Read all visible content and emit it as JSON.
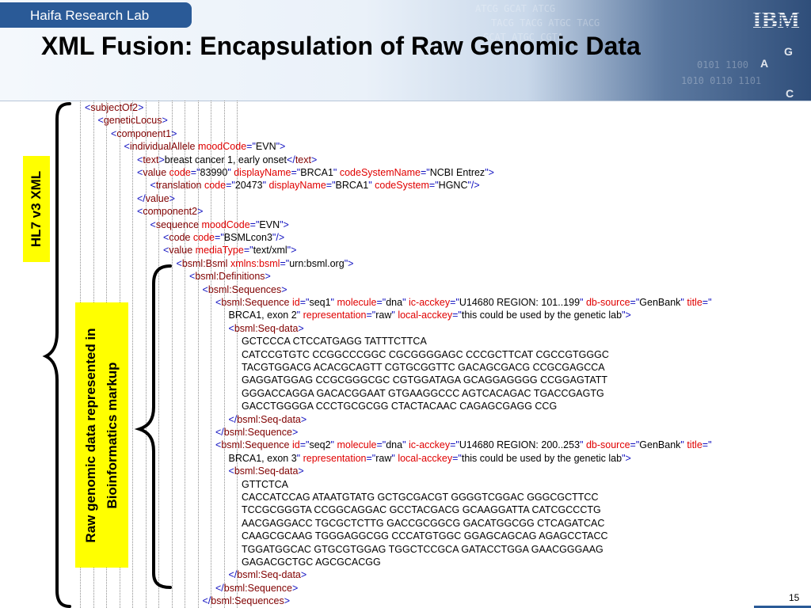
{
  "header": {
    "lab_name": "Haifa Research Lab",
    "title": "XML Fusion: Encapsulation of Raw Genomic Data",
    "logo": "IBM"
  },
  "xml_lines": [
    {
      "indent": 0,
      "parts": [
        [
          "b",
          "<"
        ],
        [
          "t",
          "subjectOf2"
        ],
        [
          "b",
          ">"
        ]
      ]
    },
    {
      "indent": 1,
      "parts": [
        [
          "b",
          "<"
        ],
        [
          "t",
          "geneticLocus"
        ],
        [
          "b",
          ">"
        ]
      ]
    },
    {
      "indent": 2,
      "parts": [
        [
          "b",
          "<"
        ],
        [
          "t",
          "component1"
        ],
        [
          "b",
          ">"
        ]
      ]
    },
    {
      "indent": 3,
      "parts": [
        [
          "b",
          "<"
        ],
        [
          "t",
          "individualAllele"
        ],
        [
          "a",
          " moodCode"
        ],
        [
          "b",
          "=\""
        ],
        [
          "k",
          "EVN"
        ],
        [
          "b",
          "\">"
        ]
      ]
    },
    {
      "indent": 4,
      "parts": [
        [
          "b",
          "<"
        ],
        [
          "t",
          "text"
        ],
        [
          "b",
          ">"
        ],
        [
          "k",
          "breast cancer 1, early onset"
        ],
        [
          "b",
          "</"
        ],
        [
          "t",
          "text"
        ],
        [
          "b",
          ">"
        ]
      ]
    },
    {
      "indent": 4,
      "parts": [
        [
          "b",
          "<"
        ],
        [
          "t",
          "value"
        ],
        [
          "a",
          " code"
        ],
        [
          "b",
          "=\""
        ],
        [
          "k",
          "83990"
        ],
        [
          "b",
          "\""
        ],
        [
          "a",
          " displayName"
        ],
        [
          "b",
          "=\""
        ],
        [
          "k",
          "BRCA1"
        ],
        [
          "b",
          "\""
        ],
        [
          "a",
          " codeSystemName"
        ],
        [
          "b",
          "=\""
        ],
        [
          "k",
          "NCBI Entrez"
        ],
        [
          "b",
          "\">"
        ]
      ]
    },
    {
      "indent": 5,
      "parts": [
        [
          "b",
          "<"
        ],
        [
          "t",
          "translation"
        ],
        [
          "a",
          " code"
        ],
        [
          "b",
          "=\""
        ],
        [
          "k",
          "20473"
        ],
        [
          "b",
          "\""
        ],
        [
          "a",
          " displayName"
        ],
        [
          "b",
          "=\""
        ],
        [
          "k",
          "BRCA1"
        ],
        [
          "b",
          "\""
        ],
        [
          "a",
          " codeSystem"
        ],
        [
          "b",
          "=\""
        ],
        [
          "k",
          "HGNC"
        ],
        [
          "b",
          "\"/>"
        ]
      ]
    },
    {
      "indent": 4,
      "parts": [
        [
          "b",
          "</"
        ],
        [
          "t",
          "value"
        ],
        [
          "b",
          ">"
        ]
      ]
    },
    {
      "indent": 4,
      "parts": [
        [
          "b",
          "<"
        ],
        [
          "t",
          "component2"
        ],
        [
          "b",
          ">"
        ]
      ]
    },
    {
      "indent": 5,
      "parts": [
        [
          "b",
          "<"
        ],
        [
          "t",
          "sequence"
        ],
        [
          "a",
          " moodCode"
        ],
        [
          "b",
          "=\""
        ],
        [
          "k",
          "EVN"
        ],
        [
          "b",
          "\">"
        ]
      ]
    },
    {
      "indent": 6,
      "parts": [
        [
          "b",
          "<"
        ],
        [
          "t",
          "code"
        ],
        [
          "a",
          " code"
        ],
        [
          "b",
          "=\""
        ],
        [
          "k",
          "BSMLcon3"
        ],
        [
          "b",
          "\"/>"
        ]
      ]
    },
    {
      "indent": 6,
      "parts": [
        [
          "b",
          "<"
        ],
        [
          "t",
          "value"
        ],
        [
          "a",
          " mediaType"
        ],
        [
          "b",
          "=\""
        ],
        [
          "k",
          "text/xml"
        ],
        [
          "b",
          "\">"
        ]
      ]
    },
    {
      "indent": 7,
      "parts": [
        [
          "b",
          "<"
        ],
        [
          "t",
          "bsml:Bsml"
        ],
        [
          "a",
          " xmlns:bsml"
        ],
        [
          "b",
          "=\""
        ],
        [
          "k",
          "urn:bsml.org"
        ],
        [
          "b",
          "\">"
        ]
      ]
    },
    {
      "indent": 8,
      "parts": [
        [
          "b",
          "<"
        ],
        [
          "t",
          "bsml:Definitions"
        ],
        [
          "b",
          ">"
        ]
      ]
    },
    {
      "indent": 9,
      "parts": [
        [
          "b",
          "<"
        ],
        [
          "t",
          "bsml:Sequences"
        ],
        [
          "b",
          ">"
        ]
      ]
    },
    {
      "indent": 10,
      "parts": [
        [
          "b",
          "<"
        ],
        [
          "t",
          "bsml:Sequence"
        ],
        [
          "a",
          " id"
        ],
        [
          "b",
          "=\""
        ],
        [
          "k",
          "seq1"
        ],
        [
          "b",
          "\""
        ],
        [
          "a",
          " molecule"
        ],
        [
          "b",
          "=\""
        ],
        [
          "k",
          "dna"
        ],
        [
          "b",
          "\""
        ],
        [
          "a",
          " ic-acckey"
        ],
        [
          "b",
          "=\""
        ],
        [
          "k",
          "U14680 REGION: 101..199"
        ],
        [
          "b",
          "\""
        ],
        [
          "a",
          " db-source"
        ],
        [
          "b",
          "=\""
        ],
        [
          "k",
          "GenBank"
        ],
        [
          "b",
          "\""
        ],
        [
          "a",
          " title"
        ],
        [
          "b",
          "=\""
        ]
      ]
    },
    {
      "indent": 11,
      "parts": [
        [
          "k",
          "BRCA1, exon 2"
        ],
        [
          "b",
          "\""
        ],
        [
          "a",
          " representation"
        ],
        [
          "b",
          "=\""
        ],
        [
          "k",
          "raw"
        ],
        [
          "b",
          "\""
        ],
        [
          "a",
          " local-acckey"
        ],
        [
          "b",
          "=\""
        ],
        [
          "k",
          "this could be used by the genetic lab"
        ],
        [
          "b",
          "\">"
        ]
      ]
    },
    {
      "indent": 11,
      "parts": [
        [
          "b",
          "<"
        ],
        [
          "t",
          "bsml:Seq-data"
        ],
        [
          "b",
          ">"
        ]
      ]
    },
    {
      "indent": 12,
      "parts": [
        [
          "k",
          "GCTCCCA CTCCATGAGG TATTTCTTCA"
        ]
      ]
    },
    {
      "indent": 12,
      "parts": [
        [
          "k",
          "CATCCGTGTC CCGGCCCGGC CGCGGGGAGC CCCGCTTCAT CGCCGTGGGC"
        ]
      ]
    },
    {
      "indent": 12,
      "parts": [
        [
          "k",
          "TACGTGGACG ACACGCAGTT CGTGCGGTTC GACAGCGACG CCGCGAGCCA"
        ]
      ]
    },
    {
      "indent": 12,
      "parts": [
        [
          "k",
          "GAGGATGGAG CCGCGGGCGC CGTGGATAGA GCAGGAGGGG CCGGAGTATT"
        ]
      ]
    },
    {
      "indent": 12,
      "parts": [
        [
          "k",
          "GGGACCAGGA GACACGGAAT GTGAAGGCCC AGTCACAGAC TGACCGAGTG"
        ]
      ]
    },
    {
      "indent": 12,
      "parts": [
        [
          "k",
          "GACCTGGGGA CCCTGCGCGG CTACTACAAC CAGAGCGAGG CCG"
        ]
      ]
    },
    {
      "indent": 11,
      "parts": [
        [
          "b",
          "</"
        ],
        [
          "t",
          "bsml:Seq-data"
        ],
        [
          "b",
          ">"
        ]
      ]
    },
    {
      "indent": 10,
      "parts": [
        [
          "b",
          "</"
        ],
        [
          "t",
          "bsml:Sequence"
        ],
        [
          "b",
          ">"
        ]
      ]
    },
    {
      "indent": 10,
      "parts": [
        [
          "b",
          "<"
        ],
        [
          "t",
          "bsml:Sequence"
        ],
        [
          "a",
          " id"
        ],
        [
          "b",
          "=\""
        ],
        [
          "k",
          "seq2"
        ],
        [
          "b",
          "\""
        ],
        [
          "a",
          " molecule"
        ],
        [
          "b",
          "=\""
        ],
        [
          "k",
          "dna"
        ],
        [
          "b",
          "\""
        ],
        [
          "a",
          " ic-acckey"
        ],
        [
          "b",
          "=\""
        ],
        [
          "k",
          "U14680 REGION: 200..253"
        ],
        [
          "b",
          "\""
        ],
        [
          "a",
          " db-source"
        ],
        [
          "b",
          "=\""
        ],
        [
          "k",
          "GenBank"
        ],
        [
          "b",
          "\""
        ],
        [
          "a",
          " title"
        ],
        [
          "b",
          "=\""
        ]
      ]
    },
    {
      "indent": 11,
      "parts": [
        [
          "k",
          "BRCA1, exon 3"
        ],
        [
          "b",
          "\""
        ],
        [
          "a",
          " representation"
        ],
        [
          "b",
          "=\""
        ],
        [
          "k",
          "raw"
        ],
        [
          "b",
          "\""
        ],
        [
          "a",
          " local-acckey"
        ],
        [
          "b",
          "=\""
        ],
        [
          "k",
          "this could be used by the genetic lab"
        ],
        [
          "b",
          "\">"
        ]
      ]
    },
    {
      "indent": 11,
      "parts": [
        [
          "b",
          "<"
        ],
        [
          "t",
          "bsml:Seq-data"
        ],
        [
          "b",
          ">"
        ]
      ]
    },
    {
      "indent": 12,
      "parts": [
        [
          "k",
          "GTTCTCA"
        ]
      ]
    },
    {
      "indent": 12,
      "parts": [
        [
          "k",
          "CACCATCCAG ATAATGTATG GCTGCGACGT GGGGTCGGAC GGGCGCTTCC"
        ]
      ]
    },
    {
      "indent": 12,
      "parts": [
        [
          "k",
          "TCCGCGGGTA CCGGCAGGAC GCCTACGACG GCAAGGATTA CATCGCCCTG"
        ]
      ]
    },
    {
      "indent": 12,
      "parts": [
        [
          "k",
          "AACGAGGACC TGCGCTCTTG GACCGCGGCG GACATGGCGG CTCAGATCAC"
        ]
      ]
    },
    {
      "indent": 12,
      "parts": [
        [
          "k",
          "CAAGCGCAAG TGGGAGGCGG CCCATGTGGC GGAGCAGCAG AGAGCCTACC"
        ]
      ]
    },
    {
      "indent": 12,
      "parts": [
        [
          "k",
          "TGGATGGCAC GTGCGTGGAG TGGCTCCGCA GATACCTGGA GAACGGGAAG"
        ]
      ]
    },
    {
      "indent": 12,
      "parts": [
        [
          "k",
          "GAGACGCTGC AGCGCACGG"
        ]
      ]
    },
    {
      "indent": 11,
      "parts": [
        [
          "b",
          "</"
        ],
        [
          "t",
          "bsml:Seq-data"
        ],
        [
          "b",
          ">"
        ]
      ]
    },
    {
      "indent": 10,
      "parts": [
        [
          "b",
          "</"
        ],
        [
          "t",
          "bsml:Sequence"
        ],
        [
          "b",
          ">"
        ]
      ]
    },
    {
      "indent": 9,
      "parts": [
        [
          "b",
          "</"
        ],
        [
          "t",
          "bsml:Sequences"
        ],
        [
          "b",
          ">"
        ]
      ]
    }
  ],
  "labels": {
    "hl7": "HL7 v3 XML",
    "bio_line1": "Raw genomic data represented in",
    "bio_line2": "Bioinformatics markup"
  },
  "page_number": "15",
  "colors": {
    "tag": "#800000",
    "bracket": "#1010c0",
    "attribute": "#e00000",
    "highlight": "#ffff00",
    "header_blue": "#2a5a97"
  }
}
